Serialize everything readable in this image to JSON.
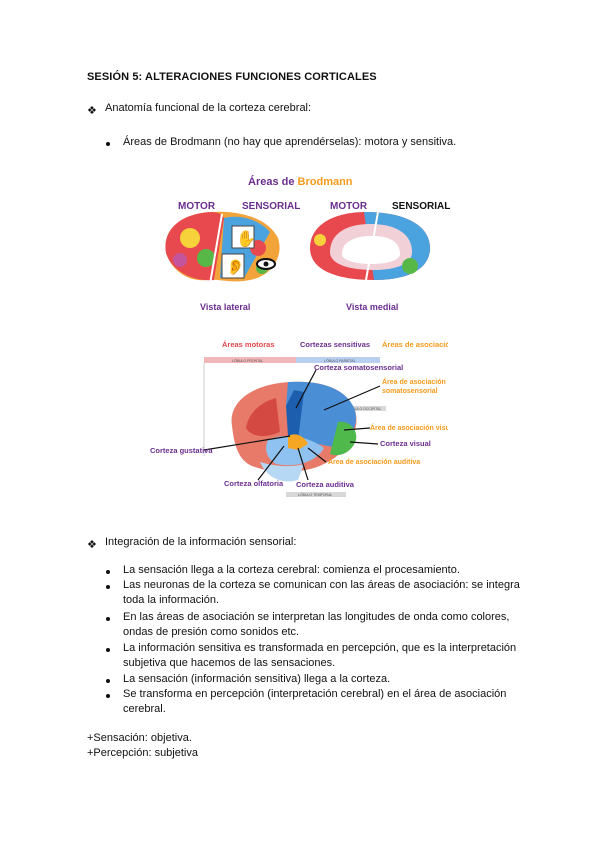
{
  "title": "SESIÓN 5: ALTERACIONES FUNCIONES CORTICALES",
  "section1": {
    "heading": "Anatomía funcional de la corteza cerebral:",
    "bullet1": "Áreas de Brodmann (no hay que aprendérselas): motora y sensitiva."
  },
  "figure1": {
    "title_part1": "Áreas de ",
    "title_part2": "Brodmann",
    "motor_label": "MOTOR",
    "sensorial_label": "SENSORIAL",
    "motor_label2": "MOTOR",
    "sensorial_label2": "SENSORIAL",
    "lateral_caption": "Vista lateral",
    "medial_caption": "Vista medial"
  },
  "figure2": {
    "header_motoras": "Áreas motoras",
    "header_sensitivas": "Cortezas sensitivas",
    "header_asociacion": "Áreas de asociación",
    "lobe_frontal": "LÓBULO FRONTAL",
    "lobe_parietal": "LÓBULO PARIETAL",
    "lobe_occipital": "LÓBULO OCCIPITAL",
    "lobe_temporal": "LÓBULO TEMPORAL",
    "label_somatosensorial": "Corteza somatosensorial",
    "label_asoc_soma_1": "Área de asociación",
    "label_asoc_soma_2": "somatosensorial",
    "label_asoc_visual": "Área de asociación visual",
    "label_visual": "Corteza visual",
    "label_asoc_auditiva": "Área de asociación auditiva",
    "label_auditiva": "Corteza auditiva",
    "label_olfatoria": "Corteza olfatoria",
    "label_gustativa": "Corteza gustativa",
    "colors": {
      "motor": "#e2474b",
      "sensory": "#4a7fc9",
      "association": "#f59a1b",
      "purple": "#6b2e8f"
    }
  },
  "section2": {
    "heading": "Integración de la información sensorial:",
    "items": [
      [
        "La sensación llega a la corteza cerebral: comienza el procesamiento."
      ],
      [
        "Las neuronas de la corteza se comunican con las áreas de asociación: se integra",
        "toda la información."
      ],
      [
        "En las áreas de asociación se interpretan las longitudes de onda como colores,",
        "ondas de presión como sonidos etc."
      ],
      [
        "La información sensitiva es transformada en percepción, que es la interpretación",
        "subjetiva que hacemos de las sensaciones."
      ],
      [
        "La sensación (información sensitiva) llega a la corteza."
      ],
      [
        "Se transforma en percepción (interpretación cerebral) en el área de asociación",
        "cerebral."
      ]
    ]
  },
  "footer": {
    "line1": "+Sensación: objetiva.",
    "line2": "+Percepción: subjetiva"
  }
}
